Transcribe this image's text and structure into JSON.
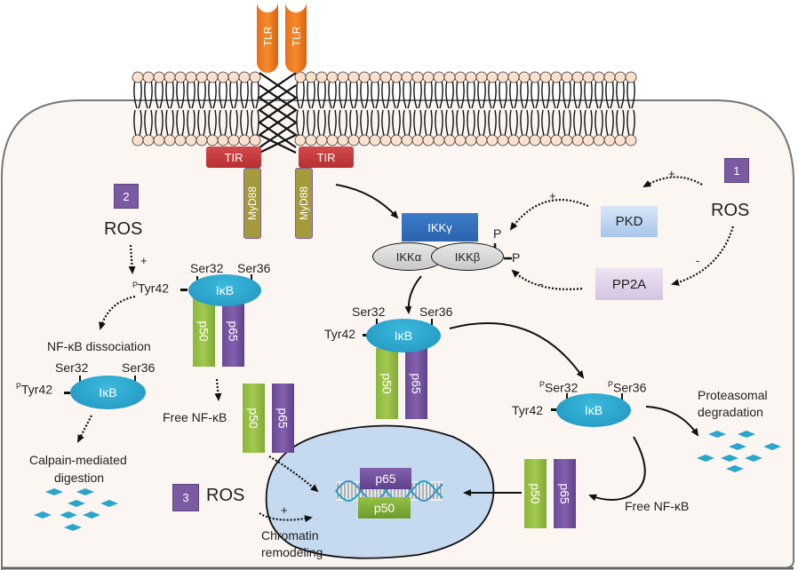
{
  "membrane": {
    "receptor_label": "TLR",
    "adaptor_domain_label": "TIR",
    "adaptor_label": "MyD88"
  },
  "ikk_complex": {
    "gamma": "IKKγ",
    "alpha": "IKKα",
    "beta": "IKKβ",
    "phospho_mark": "P"
  },
  "pathway1": {
    "badge": "1",
    "ros_label": "ROS",
    "pkd_label": "PKD",
    "pp2a_label": "PP2A",
    "pkd_sign": "+",
    "pp2a_sign": "-",
    "pkd_to_ikk_sign": "+",
    "pp2a_to_ikk_sign": "-"
  },
  "pathway2": {
    "badge": "2",
    "ros_label": "ROS",
    "ros_sign": "+",
    "tyr_label": "Tyr42",
    "tyr_prefix": "P",
    "dissociation_label": "NF-κB dissociation",
    "digestion_label_line1": "Calpain-mediated",
    "digestion_label_line2": "digestion",
    "free_nfkb_label": "Free NF-κB"
  },
  "pathway3": {
    "badge": "3",
    "ros_label": "ROS",
    "ros_sign": "+",
    "chromatin_line1": "Chromatin",
    "chromatin_line2": "remodeling"
  },
  "complex_labels": {
    "ser32": "Ser32",
    "ser36": "Ser36",
    "tyr42": "Tyr42",
    "ikb": "IκB",
    "p50": "p50",
    "p65": "p65",
    "phospho_prefix": "P"
  },
  "canonical": {
    "proteasomal_line1": "Proteasomal",
    "proteasomal_line2": "degradation",
    "free_nfkb_label": "Free NF-κB"
  },
  "colors": {
    "cell_fill": "#fbf6f2",
    "nucleus_fill": "#c5d9ef",
    "fragment": "#2aa6cc",
    "lipid_head": "#fbe1cd"
  }
}
